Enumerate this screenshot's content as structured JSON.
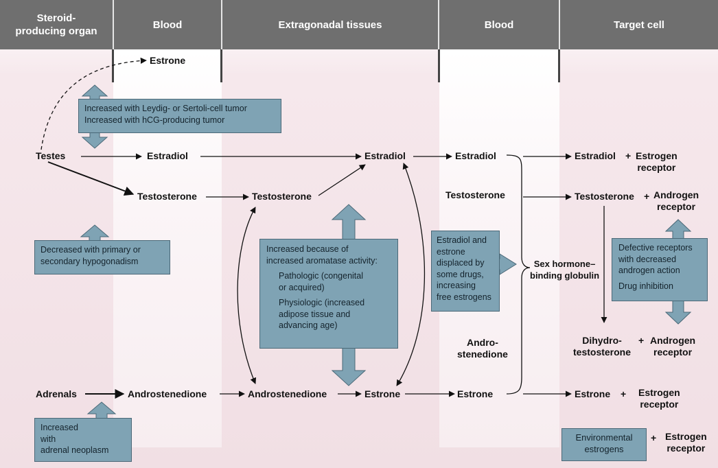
{
  "headers": {
    "col1": "Steroid-\nproducing organ",
    "col2": "Blood",
    "col3": "Extragonadal tissues",
    "col4": "Blood",
    "col5": "Target cell"
  },
  "nodes": {
    "estrone_top": "Estrone",
    "testes": "Testes",
    "estradiol_blood": "Estradiol",
    "estradiol_tissue": "Estradiol",
    "estradiol_blood2": "Estradiol",
    "estradiol_target": "Estradiol",
    "testosterone_blood": "Testosterone",
    "testosterone_tissue": "Testosterone",
    "testosterone_blood2": "Testosterone",
    "testosterone_target": "Testosterone",
    "adrenals": "Adrenals",
    "androstenedione_blood": "Androstenedione",
    "androstenedione_tissue": "Androstenedione",
    "estrone_tissue": "Estrone",
    "estrone_blood2": "Estrone",
    "estrone_target": "Estrone",
    "androstenedione_blood2": "Andro-\nstenedione",
    "dihydrotestosterone": "Dihydro-\ntestosterone",
    "shbg": "Sex hormone–\nbinding globulin",
    "plus": "+"
  },
  "receptors": {
    "estrogen_1": "Estrogen\nreceptor",
    "androgen_1": "Androgen\nreceptor",
    "androgen_2": "Androgen\nreceptor",
    "estrogen_2": "Estrogen\nreceptor",
    "estrogen_3": "Estrogen\nreceptor"
  },
  "boxes": {
    "leydig": [
      "Increased with Leydig- or Sertoli-cell tumor",
      "Increased with hCG-producing tumor"
    ],
    "hypogonadism": [
      "Decreased with primary or",
      "secondary hypogonadism"
    ],
    "aromatase_head": [
      "Increased because of",
      "increased aromatase activity:"
    ],
    "aromatase_path": [
      "Pathologic (congenital",
      "or acquired)"
    ],
    "aromatase_phys": [
      "Physiologic (increased",
      "adipose tissue and",
      "advancing age)"
    ],
    "displaced": [
      "Estradiol and",
      "estrone",
      "displaced by",
      "some drugs,",
      "increasing",
      "free estrogens"
    ],
    "defective": [
      "Defective receptors",
      "with decreased",
      "androgen action"
    ],
    "drug_inhibition": "Drug inhibition",
    "adrenal": [
      "Increased",
      "with",
      "adrenal neoplasm"
    ],
    "environmental": [
      "Environmental",
      "estrogens"
    ]
  },
  "colors": {
    "header_bg": "#6f6f6f",
    "box_fill": "#7fa3b4",
    "box_border": "#4a6877",
    "background_tint": "#f1dfe4"
  }
}
